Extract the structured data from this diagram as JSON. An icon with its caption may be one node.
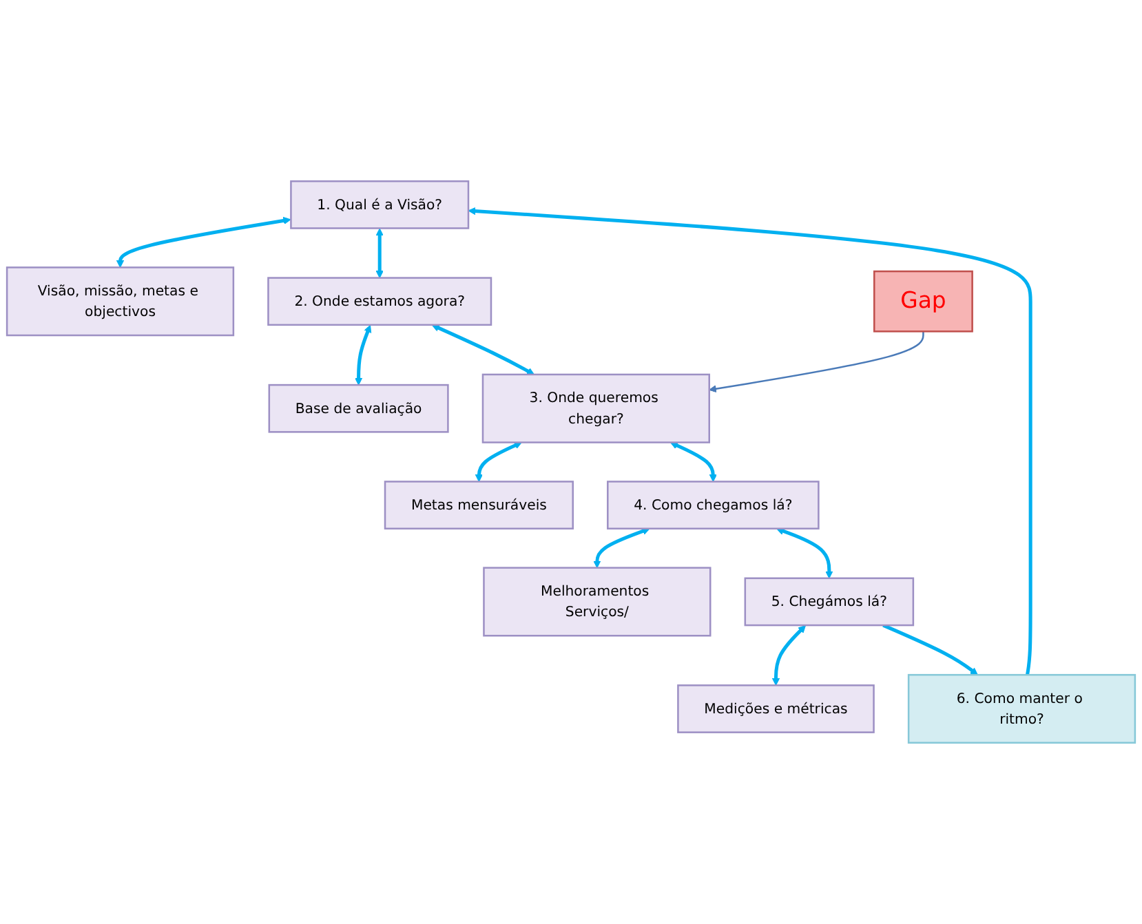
{
  "diagram": {
    "nodes": [
      {
        "text": [
          "1. Qual é a Visão?"
        ]
      },
      {
        "text": [
          "Visão, missão, metas e objectivos"
        ]
      },
      {
        "text": [
          "2. Onde estamos agora?"
        ]
      },
      {
        "text": [
          "Base de avaliação"
        ]
      },
      {
        "text": [
          "3. Onde queremos chegar?"
        ]
      },
      {
        "text": [
          "Metas mensuráveis"
        ]
      },
      {
        "text": [
          "6. Como manter o ritmo?"
        ]
      },
      {
        "text": [
          "4. Como chegamos lá?"
        ]
      },
      {
        "text": [
          "Melhoramentos Serviços/"
        ]
      },
      {
        "text": [
          "Gap"
        ]
      },
      {
        "text": [
          "5. Chegámos lá?"
        ]
      },
      {
        "text": [
          "Medições e métricas"
        ]
      }
    ],
    "edges": [
      {
        "from": 0,
        "to": 1,
        "arrow": "both"
      },
      {
        "from": 0,
        "to": 2,
        "arrow": "both"
      },
      {
        "from": 2,
        "to": 3,
        "arrow": "both"
      },
      {
        "from": 2,
        "to": 4,
        "arrow": "both"
      },
      {
        "from": 4,
        "to": 5,
        "arrow": "both"
      },
      {
        "from": 4,
        "to": 7,
        "arrow": "both"
      },
      {
        "from": 7,
        "to": 8,
        "arrow": "both"
      },
      {
        "from": 7,
        "to": 10,
        "arrow": "both"
      },
      {
        "from": 10,
        "to": 11,
        "arrow": "both"
      },
      {
        "from": 10,
        "to": 6,
        "arrow": "to"
      },
      {
        "from": 6,
        "to": 0,
        "arrow": "to"
      },
      {
        "from": 9,
        "to": 4,
        "arrow": "to",
        "color": "#4a7ab8"
      }
    ]
  }
}
